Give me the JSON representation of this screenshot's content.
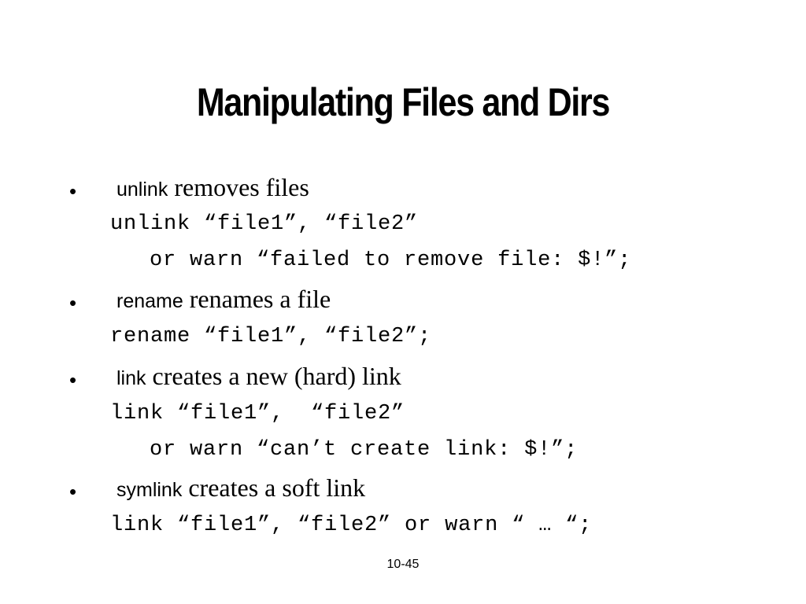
{
  "title": "Manipulating Files and Dirs",
  "bullet_symbol": "•",
  "bullets": [
    {
      "keyword": "unlink",
      "description": " removes files",
      "code": [
        "unlink “file1”, “file2”",
        "or warn “failed to remove file: $!”;"
      ]
    },
    {
      "keyword": "rename",
      "description": " renames a file",
      "code": [
        "rename “file1”, “file2”;"
      ]
    },
    {
      "keyword": "link",
      "description": " creates a new (hard) link",
      "code": [
        "link “file1”,  “file2”",
        "or warn “can’t create link: $!”;"
      ]
    },
    {
      "keyword": "symlink",
      "description": " creates a soft link",
      "code": [
        "link “file1”, “file2” or warn “ … “;"
      ]
    }
  ],
  "footer": "10-45"
}
